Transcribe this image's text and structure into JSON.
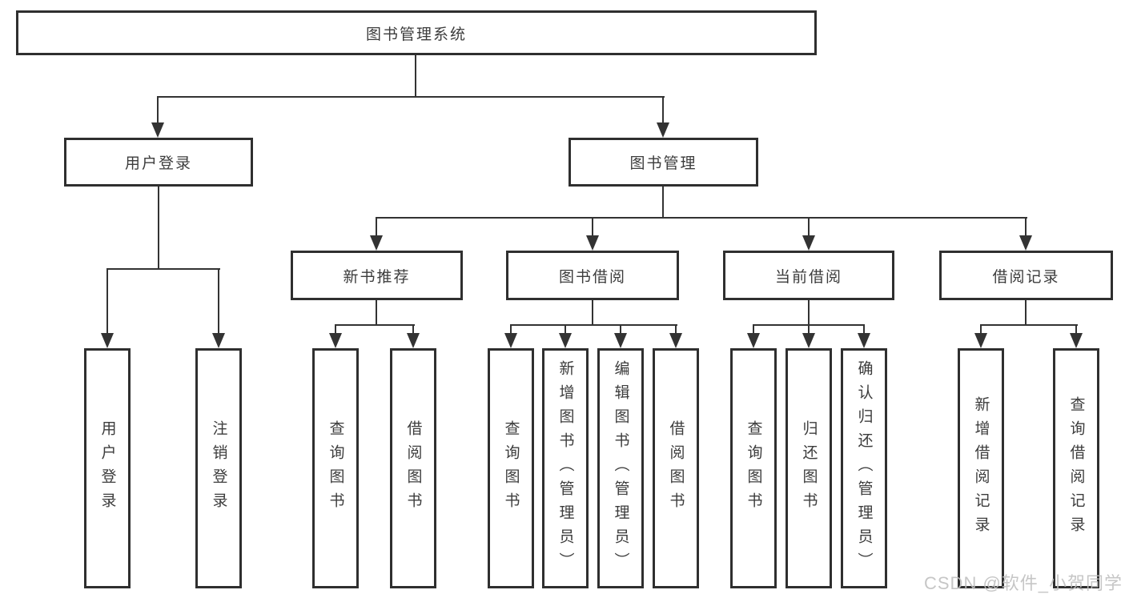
{
  "diagram": {
    "type": "function-structure-tree",
    "root": {
      "label": "图书管理系统",
      "children": [
        {
          "label": "用户登录",
          "children": [
            {
              "label": "用户登录"
            },
            {
              "label": "注销登录"
            }
          ]
        },
        {
          "label": "图书管理",
          "children": [
            {
              "label": "新书推荐",
              "children": [
                {
                  "label": "查询图书"
                },
                {
                  "label": "借阅图书"
                }
              ]
            },
            {
              "label": "图书借阅",
              "children": [
                {
                  "label": "查询图书"
                },
                {
                  "label": "新增图书（管理员）"
                },
                {
                  "label": "编辑图书（管理员）"
                },
                {
                  "label": "借阅图书"
                }
              ]
            },
            {
              "label": "当前借阅",
              "children": [
                {
                  "label": "查询图书"
                },
                {
                  "label": "归还图书"
                },
                {
                  "label": "确认归还（管理员）"
                }
              ]
            },
            {
              "label": "借阅记录",
              "children": [
                {
                  "label": "新增借阅记录"
                },
                {
                  "label": "查询借阅记录"
                }
              ]
            }
          ]
        }
      ]
    }
  },
  "watermark": "CSDN @软件_小贺同学",
  "colors": {
    "line": "#333333",
    "box_border": "#2f2f2f",
    "text": "#3c3c3c",
    "watermark": "#bfbfbf",
    "background": "#ffffff"
  }
}
